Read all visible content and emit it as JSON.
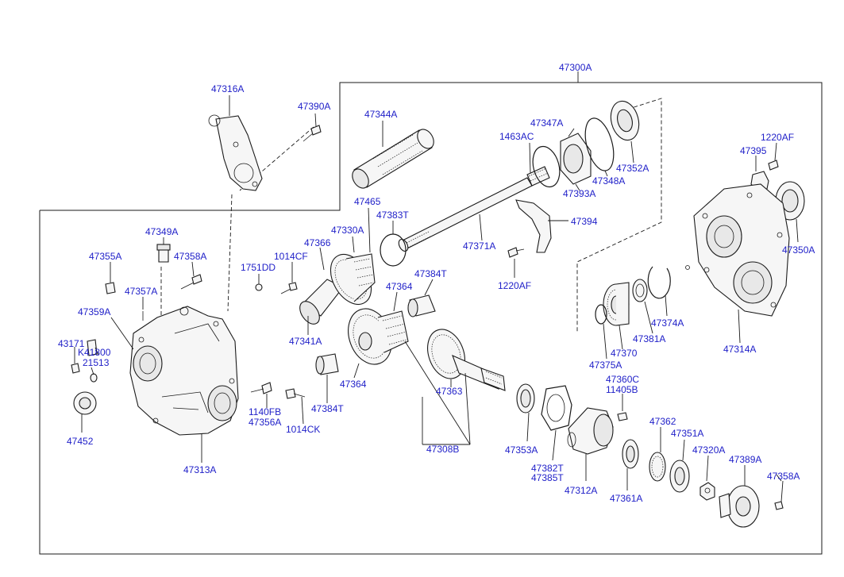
{
  "diagram": {
    "assembly_label": "47300A",
    "labels": {
      "p47300A": "47300A",
      "p47316A": "47316A",
      "p47390A": "47390A",
      "p47344A": "47344A",
      "p47347A": "47347A",
      "p1463AC": "1463AC",
      "p47352A": "47352A",
      "p47348A": "47348A",
      "p47393A": "47393A",
      "p1220AF_top": "1220AF",
      "p47395": "47395",
      "p47350A": "47350A",
      "p47465": "47465",
      "p47383T": "47383T",
      "p47330A": "47330A",
      "p47366": "47366",
      "p1014CF": "1014CF",
      "p1751DD": "1751DD",
      "p47371A": "47371A",
      "p47394": "47394",
      "p1220AF_mid": "1220AF",
      "p47349A": "47349A",
      "p47355A": "47355A",
      "p47358A_top": "47358A",
      "p47357A": "47357A",
      "p47359A": "47359A",
      "p43171": "43171",
      "pK41800": "K41800",
      "p21513": "21513",
      "p47452": "47452",
      "p47313A": "47313A",
      "p47341A": "47341A",
      "p47384T_top": "47384T",
      "p47364_top": "47364",
      "p47364_mid": "47364",
      "p47384T_mid": "47384T",
      "p1140FB": "1140FB",
      "p47356A": "47356A",
      "p1014CK": "1014CK",
      "p47363": "47363",
      "p47308B": "47308B",
      "p47374A": "47374A",
      "p47381A": "47381A",
      "p47370": "47370",
      "p47375A": "47375A",
      "p47314A": "47314A",
      "p47360C": "47360C",
      "p11405B": "11405B",
      "p47353A": "47353A",
      "p47382T": "47382T",
      "p47385T": "47385T",
      "p47312A": "47312A",
      "p47361A": "47361A",
      "p47362": "47362",
      "p47351A": "47351A",
      "p47320A": "47320A",
      "p47389A": "47389A",
      "p47358A_bot": "47358A"
    }
  }
}
